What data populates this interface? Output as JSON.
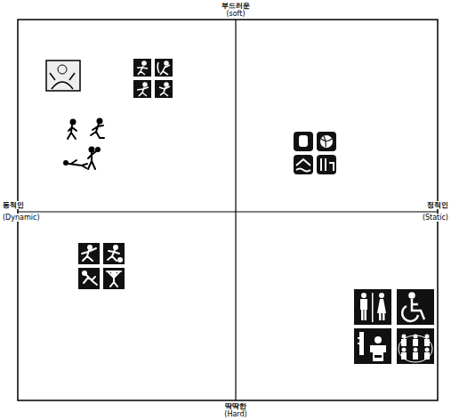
{
  "diagram": {
    "labels": [
      "부드러운",
      "(soft)",
      "동적인",
      "(Dynamic)",
      "정적인",
      "(Static)",
      "딱딱한",
      "(Hard)"
    ]
  }
}
